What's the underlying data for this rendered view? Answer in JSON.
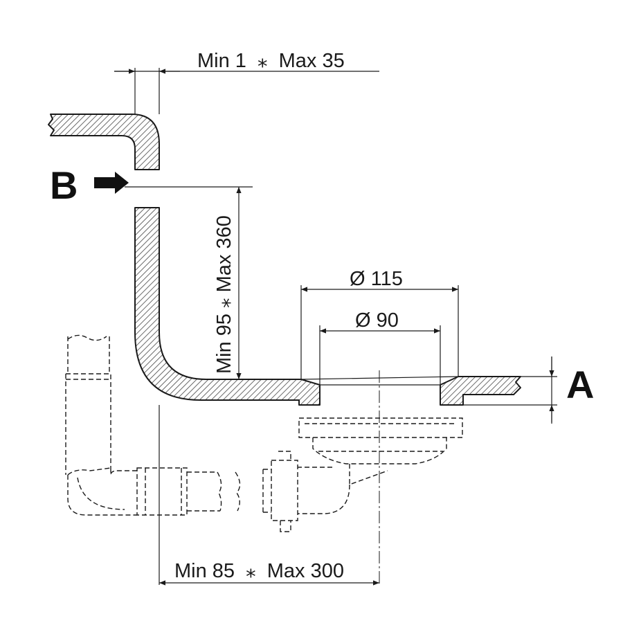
{
  "dimensions": {
    "top_label": "Min 1  ⁎  Max 35",
    "vertical_label": "Min 95 ⁎ Max 360",
    "diameter_outer": "Ø 115",
    "diameter_inner": "Ø 90",
    "bottom_label": "Min 85  ⁎  Max 300"
  },
  "labels": {
    "point_a": "A",
    "point_b": "B"
  },
  "colors": {
    "line": "#1a1a1a",
    "background": "#ffffff"
  }
}
